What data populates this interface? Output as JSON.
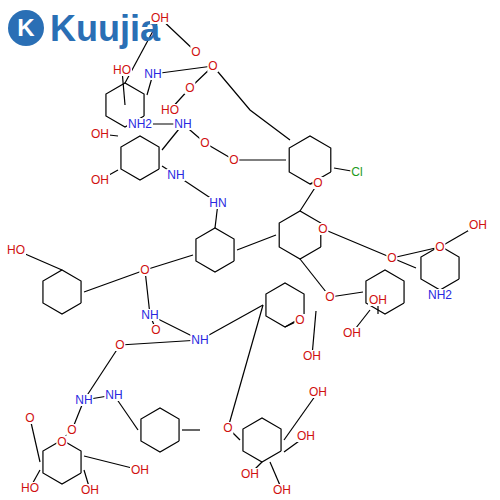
{
  "diagram": {
    "nodes": [
      {
        "text": [
          "K"
        ]
      }
    ],
    "labels": [
      "Kuujia",
      "OH",
      "O",
      "HO",
      "NH",
      "O",
      "OH",
      "HO",
      "O",
      "NH2",
      "NH",
      "O",
      "O",
      "Cl",
      "O",
      "OH",
      "NH",
      "HN",
      "O",
      "O",
      "O",
      "OH",
      "OH",
      "O",
      "OH",
      "NH2",
      "OH",
      "HO",
      "O",
      "O",
      "NH",
      "NH",
      "O",
      "O",
      "O",
      "OH",
      "OH",
      "OH",
      "OH",
      "NH",
      "O",
      "O",
      "O",
      "HO",
      "OH",
      "OH",
      "NH"
    ]
  }
}
